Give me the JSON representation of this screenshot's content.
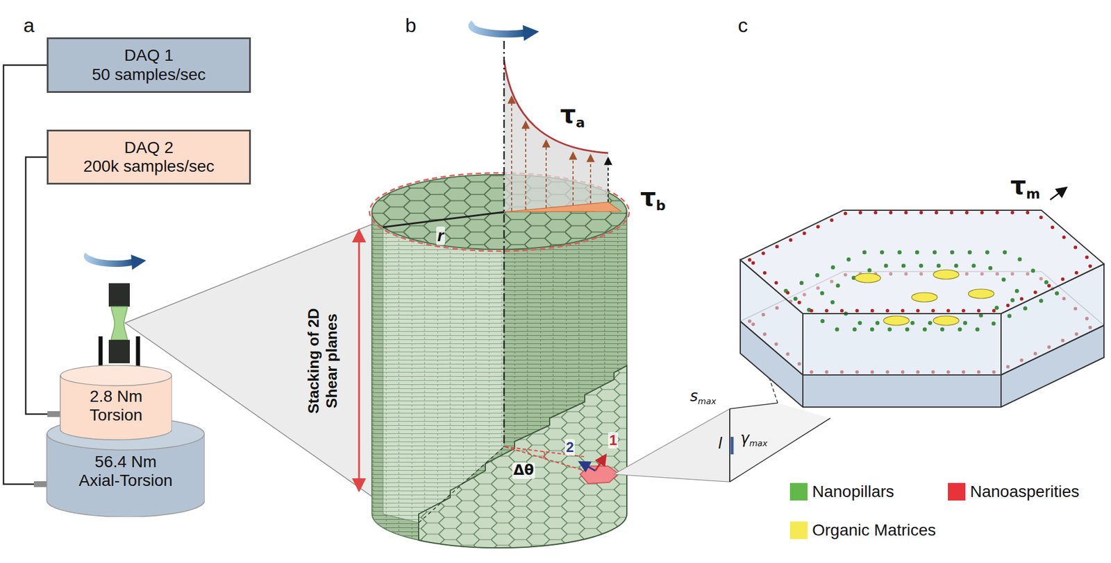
{
  "diagram": {
    "nodes": [
      {
        "text": [
          "DAQ 1",
          "50 samples/sec"
        ]
      },
      {
        "text": [
          "DAQ 2",
          "200k samples/sec"
        ]
      },
      {
        "text": [
          "2.8 Nm",
          "Torsion"
        ]
      },
      {
        "text": [
          "56.4 Nm",
          "Axial-Torsion"
        ]
      }
    ],
    "edges": [
      {
        "from": 0,
        "to": 3,
        "arrow": "none"
      },
      {
        "from": 1,
        "to": 2,
        "arrow": "none"
      }
    ],
    "labels": [
      "a",
      "b",
      "c",
      "τa",
      "τb",
      "r",
      "Stacking of 2D Shear planes",
      "Δθ",
      "2",
      "1",
      "τm",
      "smax",
      "l",
      "γmax"
    ],
    "legend": [
      {
        "text": "Nanopillars",
        "color": "#62b84a"
      },
      {
        "text": "Nanoasperities",
        "color": "#e8333a"
      },
      {
        "text": "Organic Matrices",
        "color": "#f5ea54"
      }
    ]
  }
}
